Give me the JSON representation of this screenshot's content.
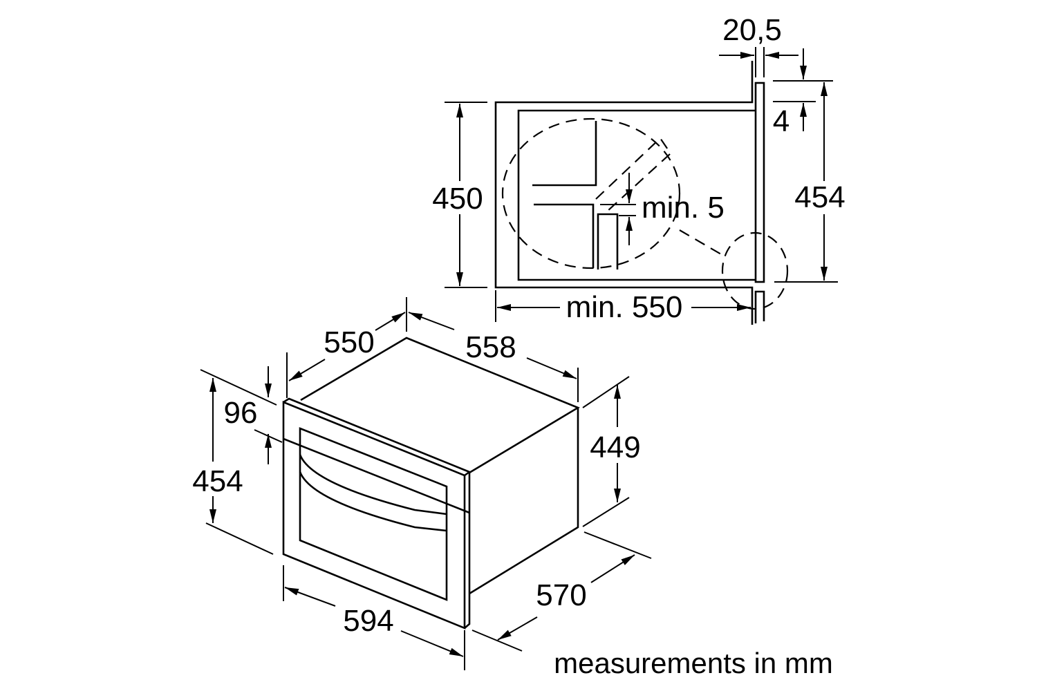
{
  "title": "Built-in oven installation dimensions",
  "colors": {
    "line": "#000000",
    "background": "#ffffff"
  },
  "installation_view": {
    "gap_width": "20,5",
    "panel_offset": "4",
    "niche_height": "450",
    "appliance_height": "454",
    "min_clearance": "min. 5",
    "min_depth": "min. 550"
  },
  "appliance_view": {
    "depth_body": "550",
    "width_body": "558",
    "front_height": "454",
    "panel_height": "96",
    "body_height": "449",
    "total_depth": "570",
    "front_width": "594"
  },
  "footer": "measurements in mm"
}
